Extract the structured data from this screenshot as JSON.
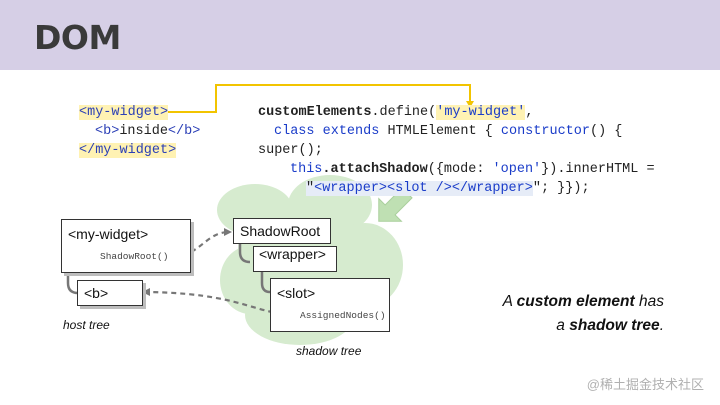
{
  "header": {
    "title": "DOM"
  },
  "html_snippet": {
    "line1": "<my-widget>",
    "line2_open": "<b>",
    "line2_text": "inside",
    "line2_close": "</b>",
    "line3": "</my-widget>"
  },
  "js_snippet": {
    "l1_fn": "customElements",
    "l1_mid": ".define(",
    "l1_str": "'my-widget'",
    "l1_end": ",",
    "l2_kw1": "class",
    "l2_kw2": "extends",
    "l2_mid": " HTMLElement { ",
    "l2_kw3": "constructor",
    "l2_end": "() {",
    "l3": "super();",
    "l4_this": "this",
    "l4_method": ".attachShadow",
    "l4_mid": "({mode: ",
    "l4_str": "'open'",
    "l4_end": "}).innerHTML =",
    "l5_q1": "\"",
    "l5_tags": "<wrapper><slot /></wrapper>",
    "l5_end": "\"; }});"
  },
  "host_tree": {
    "root_label": "<my-widget>",
    "root_sub": "ShadowRoot()",
    "child_label": "<b>",
    "caption": "host tree"
  },
  "shadow_tree": {
    "root_label": "ShadowRoot",
    "wrapper_label": "<wrapper>",
    "slot_label": "<slot>",
    "slot_sub": "AssignedNodes()",
    "caption": "shadow tree"
  },
  "statement": {
    "line1_a": "A ",
    "line1_b": "custom element",
    "line1_c": " has",
    "line2_a": "a ",
    "line2_b": "shadow tree",
    "line2_c": "."
  },
  "watermark": "@稀土掘金技术社区",
  "colors": {
    "header_bg": "#d6cfe6",
    "highlight_yellow": "#fff2b3",
    "connector_yellow": "#f2c400",
    "cloud_green": "#d6ebcf",
    "keyword_blue": "#1a3cc9"
  }
}
